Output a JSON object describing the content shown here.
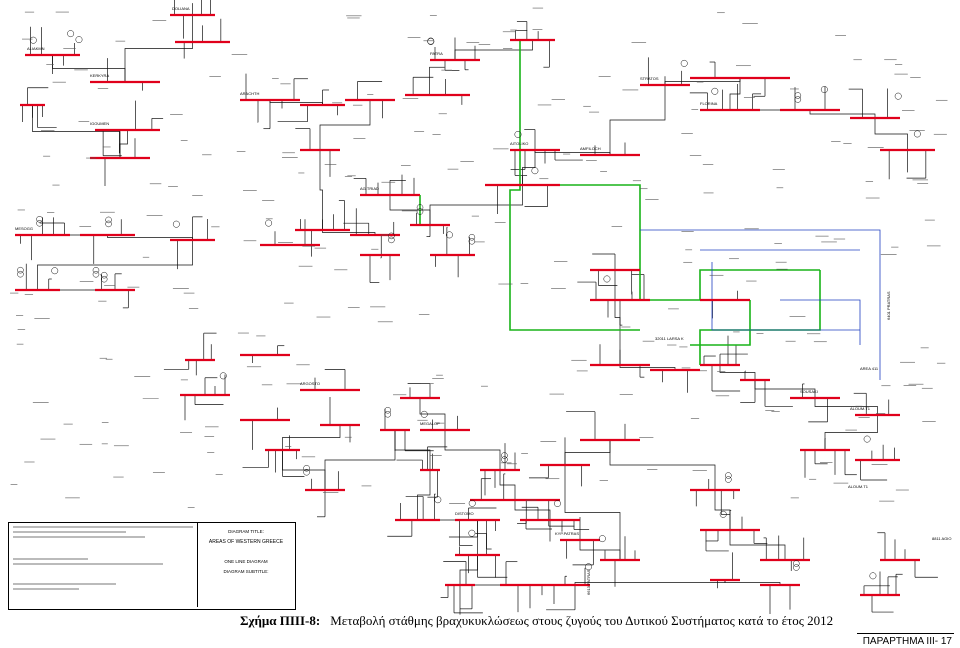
{
  "diagram": {
    "colors": {
      "bus": "#e0001b",
      "line": "#111111",
      "tie": "#18b418",
      "area": "#2040c0"
    },
    "buses": [
      "ALIAKMN",
      "KERKYRA",
      "DOLIANA",
      "IGOUMEN",
      "ARACHTH",
      "STRATOS",
      "MESOGG",
      "FLORINA",
      "PATRA",
      "ARGOSTO",
      "KYP.PATRAS",
      "ALOUM.T1",
      "MEGALOP",
      "AMFILOCH",
      "AITOLIKO",
      "DISTOMO",
      "AG.TRIAD",
      "SOUSAKI"
    ],
    "area_labels": [
      "32011 LARSA K",
      "6401 PRATRAS",
      "6613 PATRAS",
      "AREA 411"
    ],
    "notes": [
      "8811 AGIO",
      "ALOUM.T1"
    ]
  },
  "title_block": {
    "diagram_title_label": "DIAGRAM TITLE:",
    "diagram_title": "AREAS OF WESTERN GREECE",
    "diagram_type": "ONE LINE DIAGRAM",
    "diagram_subtitle_label": "DIAGRAM SUBTITLE:"
  },
  "caption": {
    "figure_number": "Σχήμα ΠΙΙΙ-8:",
    "text": "Μεταβολή στάθμης βραχυκυκλώσεως στους ζυγούς του Δυτικού Συστήματος κατά το έτος 2012"
  },
  "appendix": "ΠΑΡΑΡΤΗΜΑ ΙΙΙ- 17"
}
